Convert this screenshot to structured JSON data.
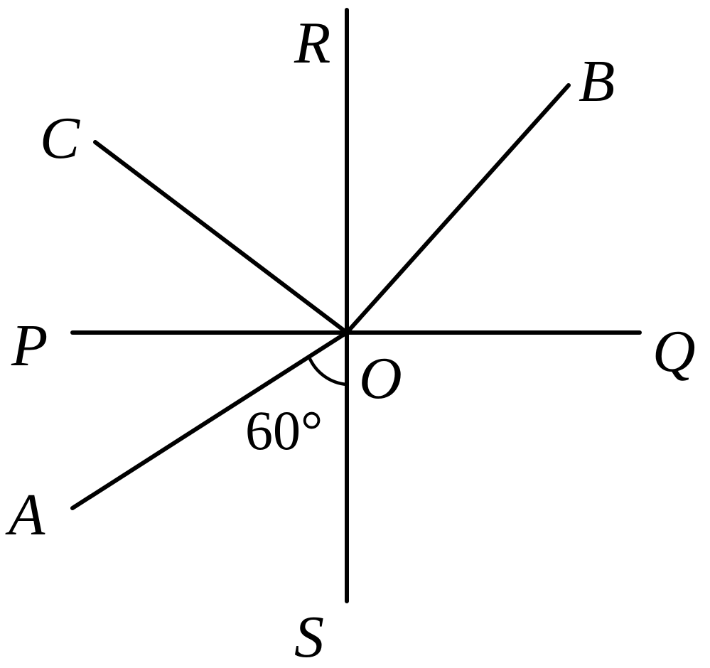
{
  "labels": {
    "R": "R",
    "B": "B",
    "C": "C",
    "P": "P",
    "Q": "Q",
    "O": "O",
    "A": "A",
    "S": "S"
  },
  "angle": {
    "text": "60°",
    "degrees": 60,
    "between": [
      "OA",
      "OS"
    ]
  },
  "lines": [
    {
      "name": "PQ",
      "from": "P",
      "to": "Q"
    },
    {
      "name": "RS",
      "from": "R",
      "to": "S"
    },
    {
      "name": "OB",
      "from": "O",
      "to": "B"
    },
    {
      "name": "OC",
      "from": "O",
      "to": "C"
    },
    {
      "name": "OA",
      "from": "O",
      "to": "A"
    }
  ],
  "colors": {
    "stroke": "#000000",
    "background": "#ffffff"
  }
}
